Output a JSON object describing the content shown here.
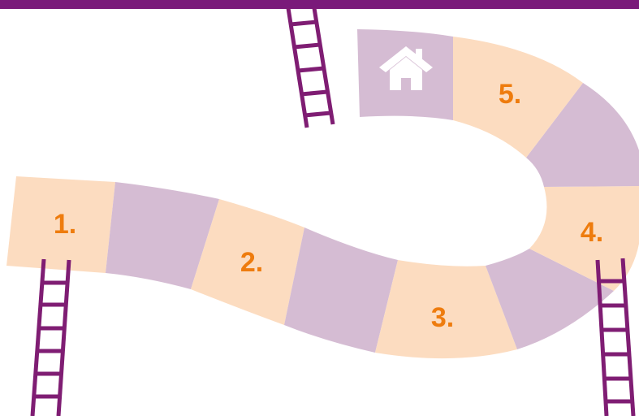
{
  "colors": {
    "bar": "#7a1a7a",
    "peach": "#fcdcc0",
    "lavender": "#d5bcd3",
    "number": "#ee7c0e",
    "ladder": "#7f1d73",
    "icon": "#ffffff"
  },
  "home": {
    "icon": "house-icon"
  },
  "steps": [
    {
      "label": "1."
    },
    {
      "label": "2."
    },
    {
      "label": "3."
    },
    {
      "label": "4."
    },
    {
      "label": "5."
    }
  ]
}
